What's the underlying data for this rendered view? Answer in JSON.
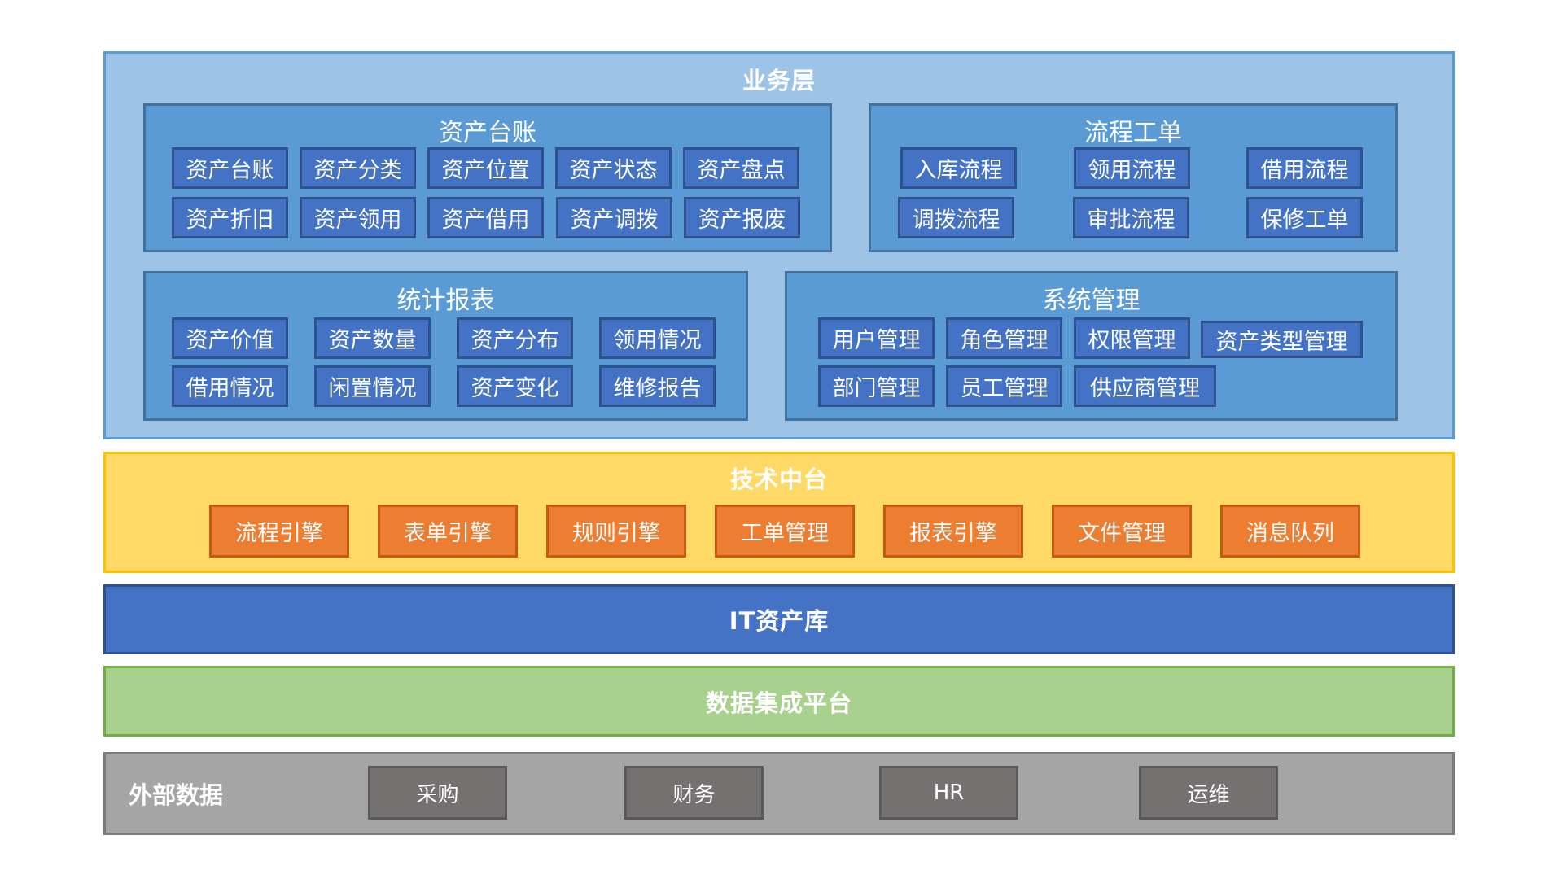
{
  "business_layer": {
    "title": "业务层",
    "asset_ledger": {
      "title": "资产台账",
      "items": [
        "资产台账",
        "资产分类",
        "资产位置",
        "资产状态",
        "资产盘点",
        "资产折旧",
        "资产领用",
        "资产借用",
        "资产调拨",
        "资产报废"
      ]
    },
    "workflow": {
      "title": "流程工单",
      "items": [
        "入库流程",
        "领用流程",
        "借用流程",
        "调拨流程",
        "审批流程",
        "保修工单"
      ]
    },
    "reports": {
      "title": "统计报表",
      "items": [
        "资产价值",
        "资产数量",
        "资产分布",
        "领用情况",
        "借用情况",
        "闲置情况",
        "资产变化",
        "维修报告"
      ]
    },
    "system_admin": {
      "title": "系统管理",
      "items": [
        "用户管理",
        "角色管理",
        "权限管理",
        "资产类型管理",
        "部门管理",
        "员工管理",
        "供应商管理"
      ]
    }
  },
  "tech_platform": {
    "title": "技术中台",
    "items": [
      "流程引擎",
      "表单引擎",
      "规则引擎",
      "工单管理",
      "报表引擎",
      "文件管理",
      "消息队列"
    ]
  },
  "it_asset_repo": {
    "title": "IT资产库"
  },
  "data_integration": {
    "title": "数据集成平台"
  },
  "external_data": {
    "title": "外部数据",
    "sources": [
      "采购",
      "财务",
      "HR",
      "运维"
    ]
  },
  "colors": {
    "business_bg": "#9dc3e6",
    "panel_bg": "#5b9bd5",
    "item_bg": "#4472c4",
    "tech_bg": "#ffd966",
    "engine_bg": "#ed7d31",
    "it_repo_bg": "#4472c4",
    "integration_bg": "#a9d18e",
    "external_bg": "#a5a5a5",
    "source_bg": "#767171"
  }
}
